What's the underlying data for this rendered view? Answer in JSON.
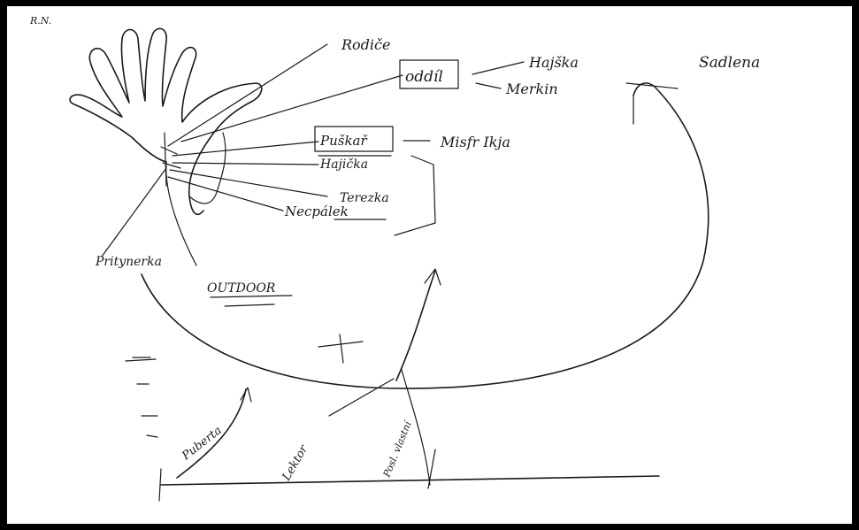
{
  "corner_mark": "R.N.",
  "labels": {
    "rodice": "Rodiče",
    "oddil": "oddíl",
    "hajska": "Hajška",
    "merkin": "Merkin",
    "sadlena": "Sadlena",
    "puskar": "Puškař",
    "misfr_ikja": "Misfr Ikja",
    "hajicka": "Hajička",
    "terezka": "Terezka",
    "necpalek": "Necpálek",
    "pritynerka": "Pritynerka",
    "outdoor": "OUTDOOR",
    "puberta": "Puberta",
    "lektor": "Lektor",
    "posl_vlastni": "Posl. vlastní"
  },
  "colors": {
    "frame": "#000000",
    "paper": "#ffffff",
    "ink": "#1a1a1a"
  }
}
